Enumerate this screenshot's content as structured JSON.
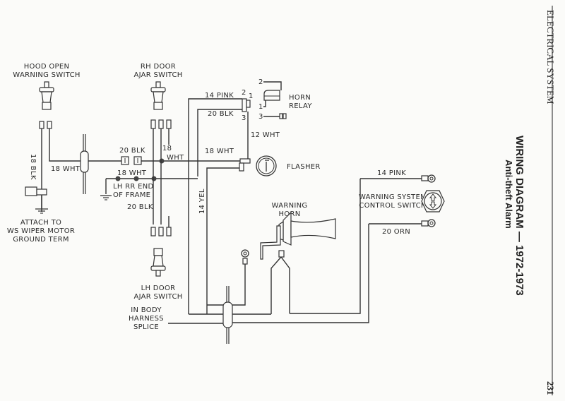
{
  "page": {
    "section": "ELECTRICAL SYSTEM",
    "title": "WIRING DIAGRAM — 1972-1973",
    "subtitle": "Anti-theft Alarm",
    "page_number": "231"
  },
  "components": {
    "hood_switch": [
      "HOOD OPEN",
      "WARNING SWITCH"
    ],
    "rh_door_switch": [
      "RH DOOR",
      "AJAR SWITCH"
    ],
    "lh_door_switch": [
      "LH DOOR",
      "AJAR SWITCH"
    ],
    "horn_relay": [
      "HORN",
      "RELAY"
    ],
    "flasher": "FLASHER",
    "warning_horn": [
      "WARNING",
      "HORN"
    ],
    "control_switch": [
      "WARNING SYSTEM",
      "CONTROL SWITCH"
    ],
    "ground_attach": [
      "ATTACH TO",
      "WS WIPER MOTOR",
      "GROUND TERM"
    ],
    "frame_ground": [
      "LH RR END",
      "OF FRAME"
    ],
    "body_splice": [
      "IN BODY",
      "HARNESS",
      "SPLICE"
    ]
  },
  "wires": {
    "hood_blk": "18 BLK",
    "hood_wht": "18 WHT",
    "blk_20_top": "20 BLK",
    "wht_18_mid": "18 WHT",
    "wht_18_small": [
      "18",
      "WHT"
    ],
    "blk_20_bottom": "20 BLK",
    "wht_18_right": "18 WHT",
    "pink_14_relay": "14 PINK",
    "blk_20_relay": "20 BLK",
    "wht_12": "12 WHT",
    "yel_14": "14 YEL",
    "pink_14_switch": "14 PINK",
    "orn_20": "20 ORN"
  },
  "relay_pins": {
    "p2": "2",
    "p1": "1",
    "p3": "3",
    "c2": "2",
    "c1": "1",
    "c3": "3"
  }
}
